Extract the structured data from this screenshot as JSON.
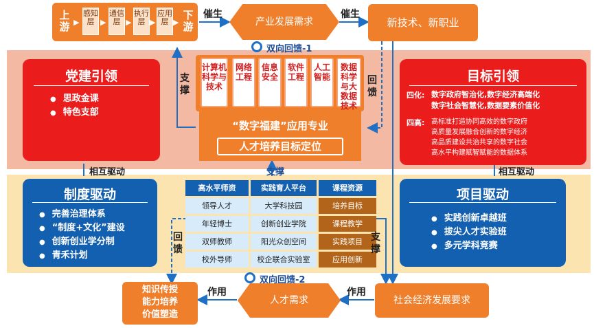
{
  "flow": {
    "upstream": "上游",
    "downstream": "下游",
    "layers": [
      "感知层",
      "通信层",
      "执行层",
      "应用层"
    ],
    "catalyze_1": "催生",
    "industry_demand": "产业发展需求",
    "catalyze_2": "催生",
    "new_tech_jobs": "新技术、新职业"
  },
  "feedback_top": "双向回馈-1",
  "feedback_bottom": "双向回馈-2",
  "support_left": "支撑",
  "feedback_right_top": "回馈",
  "support_center": "支撑",
  "feedback_left_bottom": "回馈",
  "support_right_bottom": "支撑",
  "mutual_drive_left": "相互驱动",
  "mutual_drive_right": "相互驱动",
  "courses": [
    "计算机科学与技术",
    "网络工程",
    "信息安全",
    "软件工程",
    "人工智能",
    "数据科学与大数据技术"
  ],
  "major": {
    "title": "“数字福建”应用专业",
    "goal": "人才培养目标定位"
  },
  "party": {
    "title": "党建引领",
    "items": [
      "思政金课",
      "特色支部"
    ]
  },
  "target": {
    "title": "目标引领",
    "four_transform_label": "四化:",
    "four_transform_lines": [
      "数字政府智治化,数字经济高端化",
      "数字社会智慧化,数据要素价值化"
    ],
    "four_high_label": "四高:",
    "four_high_lines": [
      "高标准打造协同高效的数字政府",
      "高质量发展融合创新的数字经济",
      "高品质建设共治共享的数字社会",
      "高水平构建赋智赋能的数据体系"
    ]
  },
  "system": {
    "title": "制度驱动",
    "items": [
      "完善治理体系",
      "“制度+文化”建设",
      "创新创业学分制",
      "青禾计划"
    ]
  },
  "project": {
    "title": "项目驱动",
    "items": [
      "实践创新卓越班",
      "拔尖人才实验班",
      "多元学科竞赛"
    ]
  },
  "table": {
    "headers": [
      "高水平师资",
      "实践育人平台",
      "课程资源"
    ],
    "rows": [
      [
        "领导人才",
        "大学科技园",
        "培养目标"
      ],
      [
        "年轻博士",
        "创新创业学院",
        "课程教学"
      ],
      [
        "双师教师",
        "阳光众创空间",
        "实践项目"
      ],
      [
        "校外导师",
        "校企联合实验室",
        "应用创新"
      ]
    ]
  },
  "bottom": {
    "knowledge": [
      "知识传授",
      "能力培养",
      "价值塑造"
    ],
    "effect_1": "作用",
    "talent_demand": "人才需求",
    "effect_2": "作用",
    "socio_demand": "社会经济发展要求"
  }
}
